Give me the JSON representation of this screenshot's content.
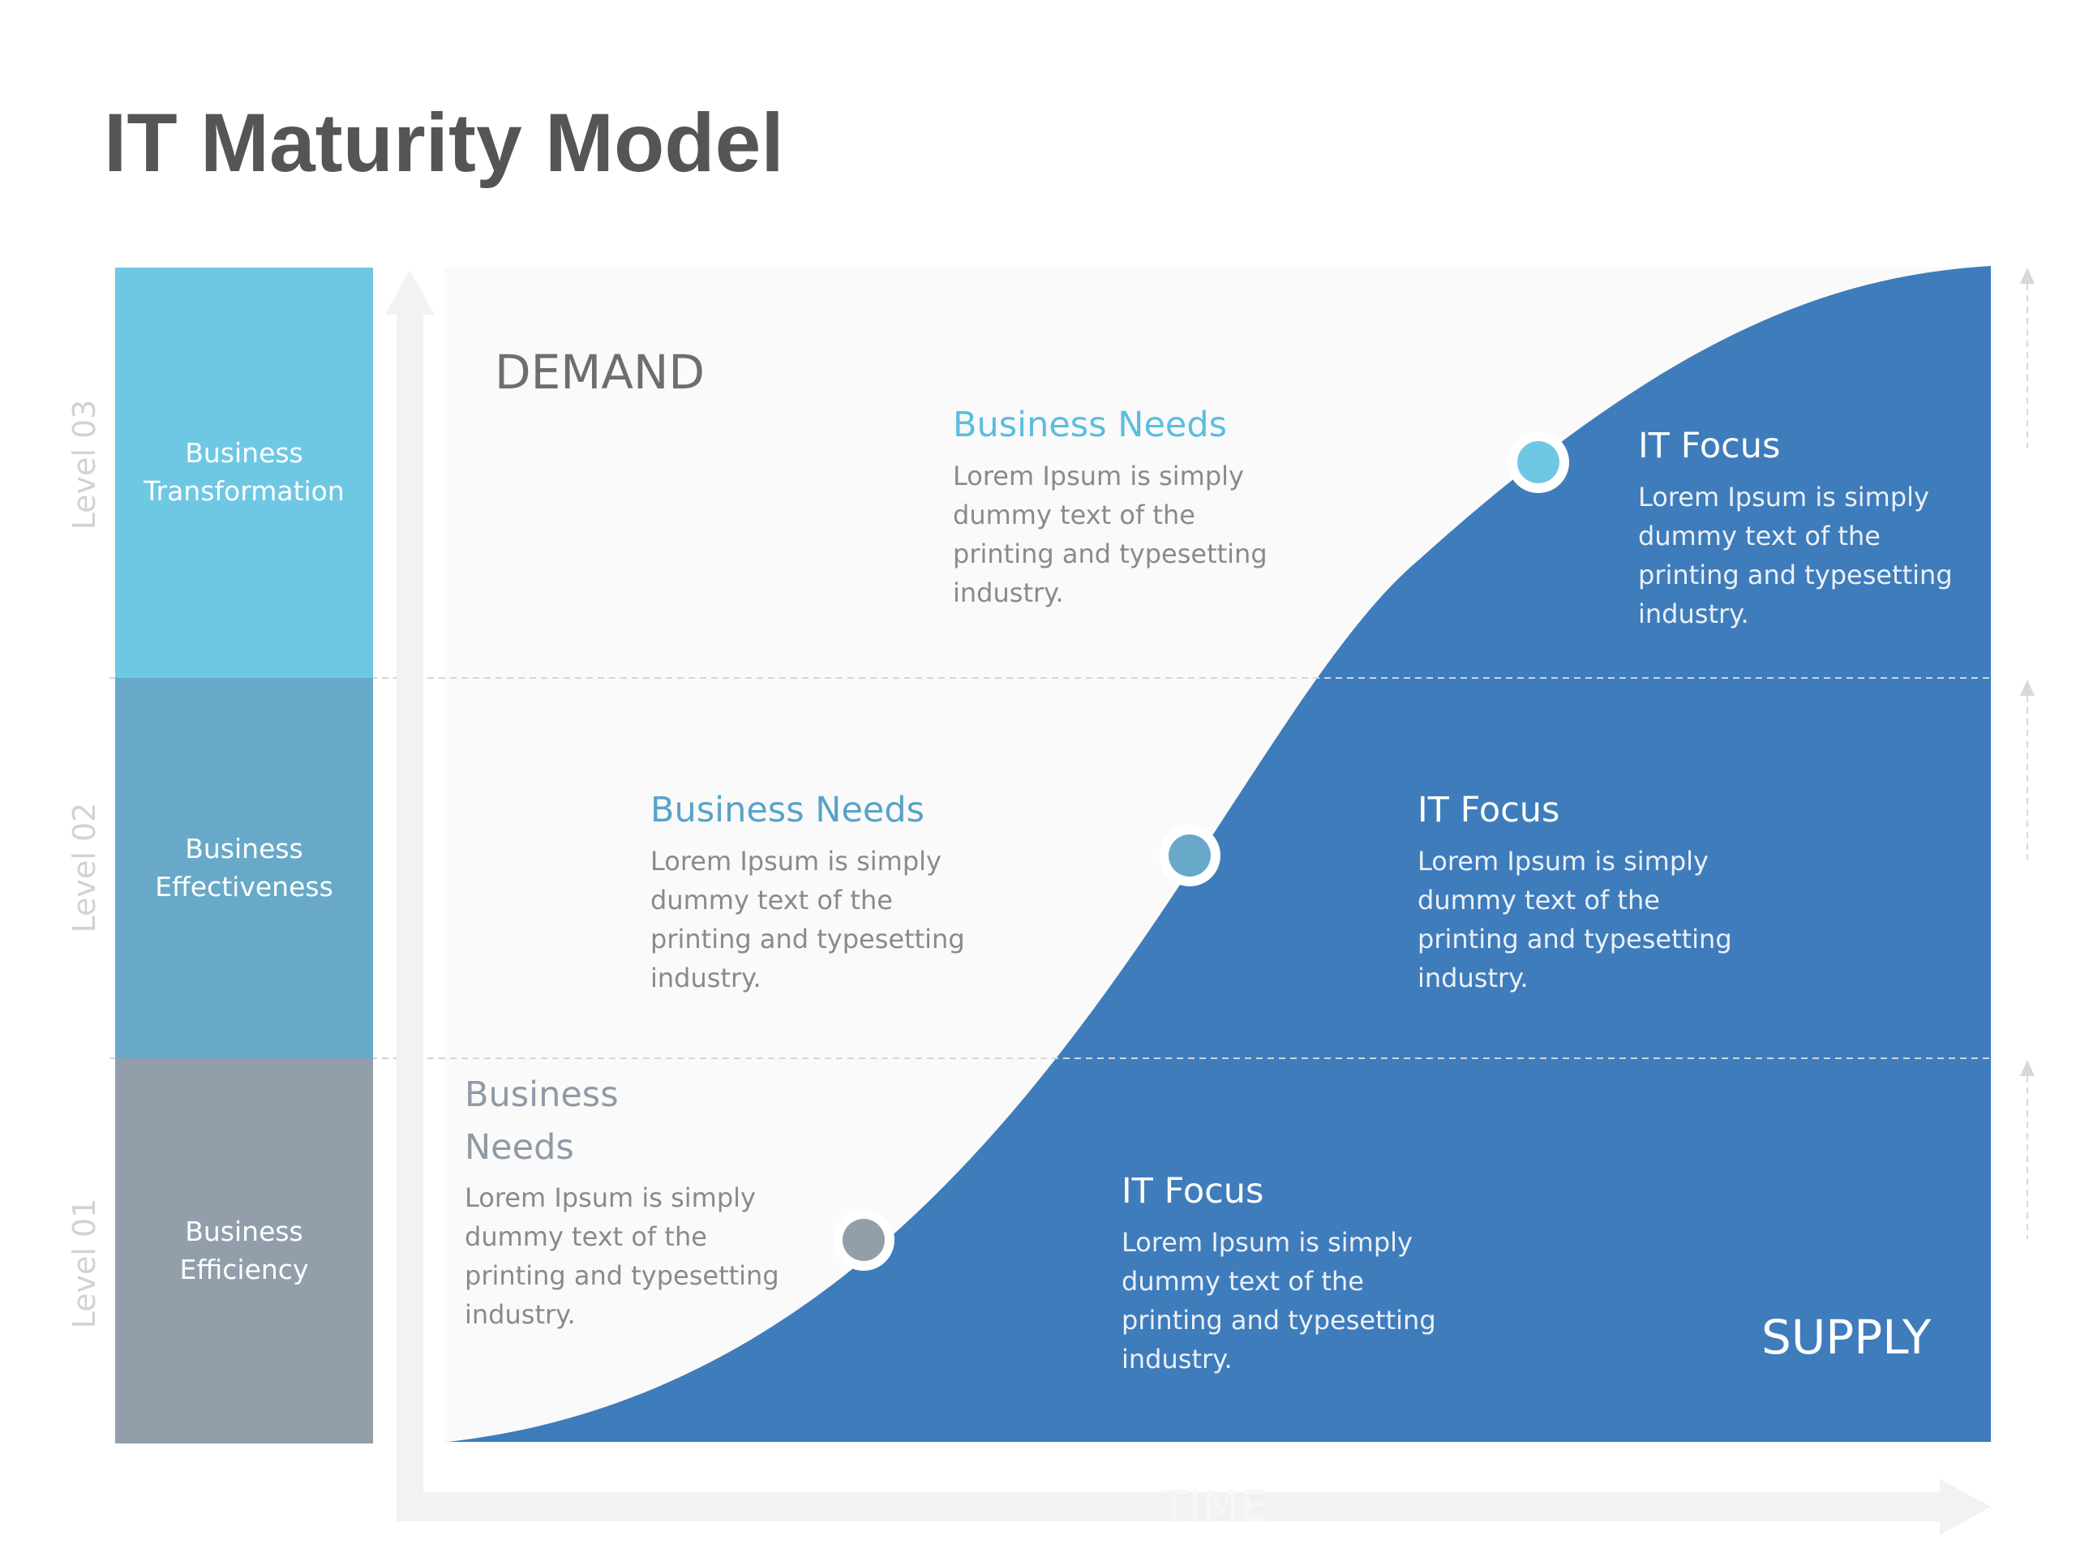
{
  "title": "IT Maturity Model",
  "colors": {
    "level3": "#6ec8e4",
    "level2": "#68a9c9",
    "level1": "#929fab",
    "supply_area": "#3f7cbb",
    "demand_area": "#fafafa"
  },
  "levels": [
    {
      "label": "Level 03",
      "name": "Business Transformation"
    },
    {
      "label": "Level 02",
      "name": "Business Effectiveness"
    },
    {
      "label": "Level 01",
      "name": "Business Efficiency"
    }
  ],
  "zones": {
    "demand": "DEMAND",
    "supply": "SUPPLY"
  },
  "axis": {
    "x_label": "TIME"
  },
  "blocks": {
    "level3": {
      "needs_title": "Business Needs",
      "needs_body": "Lorem Ipsum is simply dummy text of the printing and typesetting industry.",
      "focus_title": "IT Focus",
      "focus_body": "Lorem Ipsum is simply dummy text of the printing and typesetting industry."
    },
    "level2": {
      "needs_title": "Business Needs",
      "needs_body": "Lorem Ipsum is simply dummy text of the printing and typesetting industry.",
      "focus_title": "IT Focus",
      "focus_body": "Lorem Ipsum is simply dummy text of the printing and typesetting industry."
    },
    "level1": {
      "needs_title": "Business Needs",
      "needs_body": "Lorem Ipsum is simply dummy text of the printing and typesetting industry.",
      "focus_title": "IT Focus",
      "focus_body": "Lorem Ipsum is simply dummy text of the printing and typesetting industry."
    }
  }
}
